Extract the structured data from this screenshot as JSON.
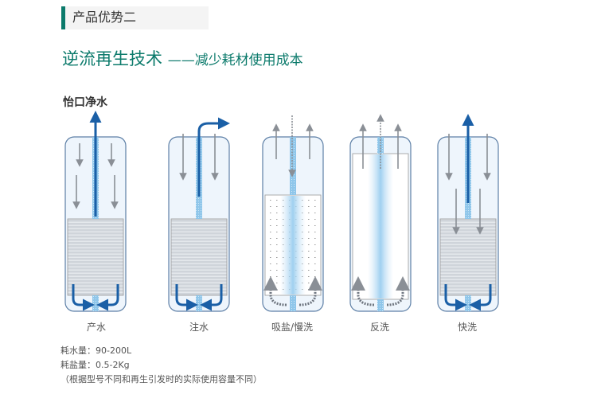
{
  "section": {
    "title": "产品优势二"
  },
  "headline": {
    "main": "逆流再生技术 ",
    "sub": "——减少耗材使用成本"
  },
  "brand": "怡口净水",
  "stages": [
    {
      "label": "产水"
    },
    {
      "label": "注水"
    },
    {
      "label": "吸盐/慢洗"
    },
    {
      "label": "反洗"
    },
    {
      "label": "快洗"
    }
  ],
  "notes": {
    "water": "耗水量：90-200L",
    "salt": "耗盐量：0.5-2Kg",
    "remark": "（根据型号不同和再生引发时的实际使用容量不同）"
  },
  "colors": {
    "accent": "#0b7a6b",
    "flow_blue": "#1a5fa6",
    "arrow_gray": "#8a8f96",
    "tank_border": "#5d7fa6",
    "tank_fill": "#eef5fc"
  }
}
